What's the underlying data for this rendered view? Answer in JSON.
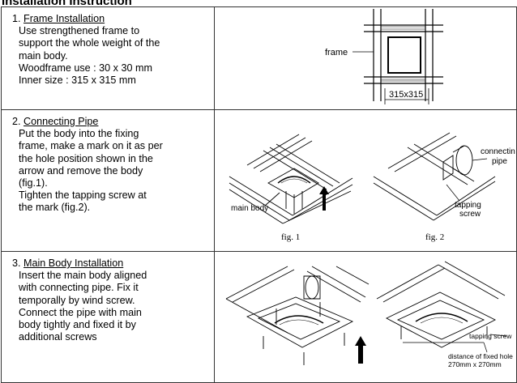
{
  "page": {
    "title": "Installation Instruction"
  },
  "steps": [
    {
      "num": "1.",
      "heading": "Frame Installation",
      "lines": [
        "Use strengthened frame to",
        "support the whole weight of the",
        "main body.",
        "Woodframe use : 30 x 30 mm",
        "Inner size : 315 x 315 mm"
      ],
      "figure": {
        "frame_label": "frame",
        "dimension_label": "315x315"
      }
    },
    {
      "num": "2.",
      "heading": "Connecting Pipe",
      "lines": [
        "Put the body into the fixing",
        "frame, make a mark on it as per",
        "the hole position shown in the",
        "arrow and remove the body",
        "(fig.1).",
        "Tighten the tapping screw at",
        "the mark (fig.2)."
      ],
      "figure": {
        "main_body_label": "main body",
        "connecting_label_1": "connectin",
        "connecting_label_2": "pipe",
        "tapping_label_1": "tapping",
        "tapping_label_2": "screw",
        "fig1_caption": "fig. 1",
        "fig2_caption": "fig. 2"
      }
    },
    {
      "num": "3.",
      "heading": "Main Body Installation",
      "lines": [
        "Insert the main body aligned",
        "with connecting pipe. Fix it",
        "temporally by wind screw.",
        "Connect the pipe with main",
        "body tightly and fixed it by",
        "additional screws"
      ],
      "figure": {
        "tapping_screw_label": "tapping screw",
        "distance_label_1": "distance of fixed hole",
        "distance_label_2": "270mm x 270mm"
      }
    }
  ]
}
